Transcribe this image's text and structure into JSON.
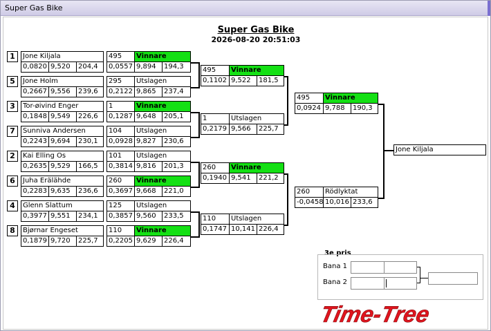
{
  "window": {
    "title": "Super Gas Bike"
  },
  "header": {
    "title": "Super Gas Bike",
    "timestamp": "2026-08-20 20:51:03"
  },
  "round1": [
    {
      "seed": "1",
      "name": "Jone Kiljala",
      "rt": "0,0820",
      "et": "9,520",
      "speed": "204,4",
      "code": "495",
      "status": "Vinnare",
      "r_rt": "0,0557",
      "r_et": "9,894",
      "r_speed": "194,3"
    },
    {
      "seed": "5",
      "name": "Jone Holm",
      "rt": "0,2667",
      "et": "9,556",
      "speed": "239,6",
      "code": "295",
      "status": "Utslagen",
      "r_rt": "0,2122",
      "r_et": "9,865",
      "r_speed": "237,4"
    },
    {
      "seed": "3",
      "name": "Tor-øivind Enger",
      "rt": "0,1848",
      "et": "9,549",
      "speed": "226,6",
      "code": "1",
      "status": "Vinnare",
      "r_rt": "0,1287",
      "r_et": "9,648",
      "r_speed": "205,1"
    },
    {
      "seed": "7",
      "name": "Sunniva Andersen",
      "rt": "0,2243",
      "et": "9,694",
      "speed": "230,1",
      "code": "104",
      "status": "Utslagen",
      "r_rt": "0,0928",
      "r_et": "9,827",
      "r_speed": "230,6"
    },
    {
      "seed": "2",
      "name": "Kai Elling Os",
      "rt": "0,2635",
      "et": "9,529",
      "speed": "166,5",
      "code": "101",
      "status": "Utslagen",
      "r_rt": "0,3814",
      "r_et": "9,816",
      "r_speed": "201,3"
    },
    {
      "seed": "6",
      "name": "Juha Erälähde",
      "rt": "0,2283",
      "et": "9,635",
      "speed": "236,6",
      "code": "260",
      "status": "Vinnare",
      "r_rt": "0,3697",
      "r_et": "9,668",
      "r_speed": "221,0"
    },
    {
      "seed": "4",
      "name": "Glenn Slattum",
      "rt": "0,3977",
      "et": "9,551",
      "speed": "234,1",
      "code": "125",
      "status": "Utslagen",
      "r_rt": "0,3857",
      "r_et": "9,560",
      "r_speed": "233,5"
    },
    {
      "seed": "8",
      "name": "Bjørnar Engeset",
      "rt": "0,1879",
      "et": "9,720",
      "speed": "225,7",
      "code": "110",
      "status": "Vinnare",
      "r_rt": "0,2205",
      "r_et": "9,629",
      "r_speed": "226,4"
    }
  ],
  "semis": [
    {
      "code": "495",
      "status": "Vinnare",
      "rt": "0,1102",
      "et": "9,522",
      "speed": "181,5"
    },
    {
      "code": "1",
      "status": "Utslagen",
      "rt": "0,2179",
      "et": "9,566",
      "speed": "225,7"
    },
    {
      "code": "260",
      "status": "Vinnare",
      "rt": "0,1940",
      "et": "9,541",
      "speed": "221,2"
    },
    {
      "code": "110",
      "status": "Utslagen",
      "rt": "0,1747",
      "et": "10,141",
      "speed": "226,4"
    }
  ],
  "final": [
    {
      "code": "495",
      "status": "Vinnare",
      "rt": "0,0924",
      "et": "9,788",
      "speed": "190,3"
    },
    {
      "code": "260",
      "status": "Rödlyktat",
      "rt": "-0,0458",
      "et": "10,016",
      "speed": "233,6"
    }
  ],
  "champion": "Jone Kiljala",
  "third_place": {
    "title": "3e pris",
    "lane1": "Bana 1",
    "lane2": "Bana 2"
  },
  "logo": {
    "text": "Time-Tree",
    "color": "#e0141e"
  },
  "colors": {
    "winner_bg": "#14e014",
    "titlebar_accent": "#7a6fd0"
  }
}
